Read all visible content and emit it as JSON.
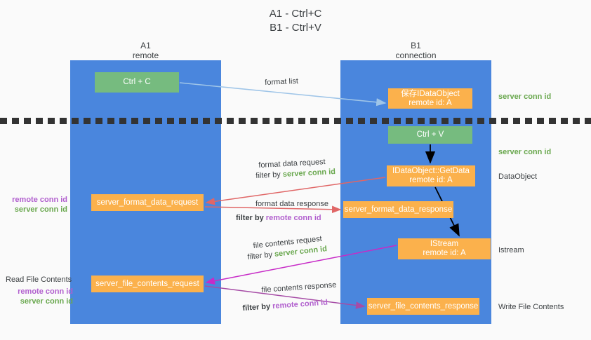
{
  "title": "A1 - Ctrl+C\nB1 - Ctrl+V",
  "columns": {
    "left": "A1\nremote",
    "right": "B1\nconnection"
  },
  "nodes": {
    "ctrl_c": "Ctrl + C",
    "ctrl_v": "Ctrl + V",
    "idataobject": "保存IDataObject\nremote id: A",
    "getdata": "IDataObject::GetData\nremote id: A",
    "istream": "IStream\nremote id: A",
    "server_format_data_request": "server_format_data_request",
    "server_format_data_response": "server_format_data_response",
    "server_file_contents_request": "server_file_contents_request",
    "server_file_contents_response": "server_file_contents_response"
  },
  "annotations": {
    "server_conn_top": "server conn id",
    "server_conn_mid": "server conn id",
    "dataobject": "DataObject",
    "istream": "Istream",
    "write_file_contents": "Write File Contents",
    "read_file_contents": "Read File Contents",
    "remote_conn_id": "remote conn id",
    "server_conn_id": "server conn id"
  },
  "edge_labels": {
    "format_list": "format list",
    "format_data_request": "format data request",
    "filter_by": "filter by ",
    "format_data_response": "format data response",
    "file_contents_request": "file contents request",
    "file_contents_response": "file contents response",
    "server_conn_id": "server conn id",
    "remote_conn_id": "remote conn id"
  },
  "colors": {
    "panel_blue": "#4a86dd",
    "node_green": "#76bb7f",
    "node_orange": "#fbb14c",
    "accent_green_text": "#6aa84f",
    "accent_purple_text": "#b15fce",
    "arrow_light_blue": "#9fc5e8",
    "arrow_red": "#e06666",
    "arrow_magenta": "#c72bc7",
    "arrow_purple": "#a64ca6",
    "arrow_black": "#000000",
    "background": "#fafafa"
  }
}
